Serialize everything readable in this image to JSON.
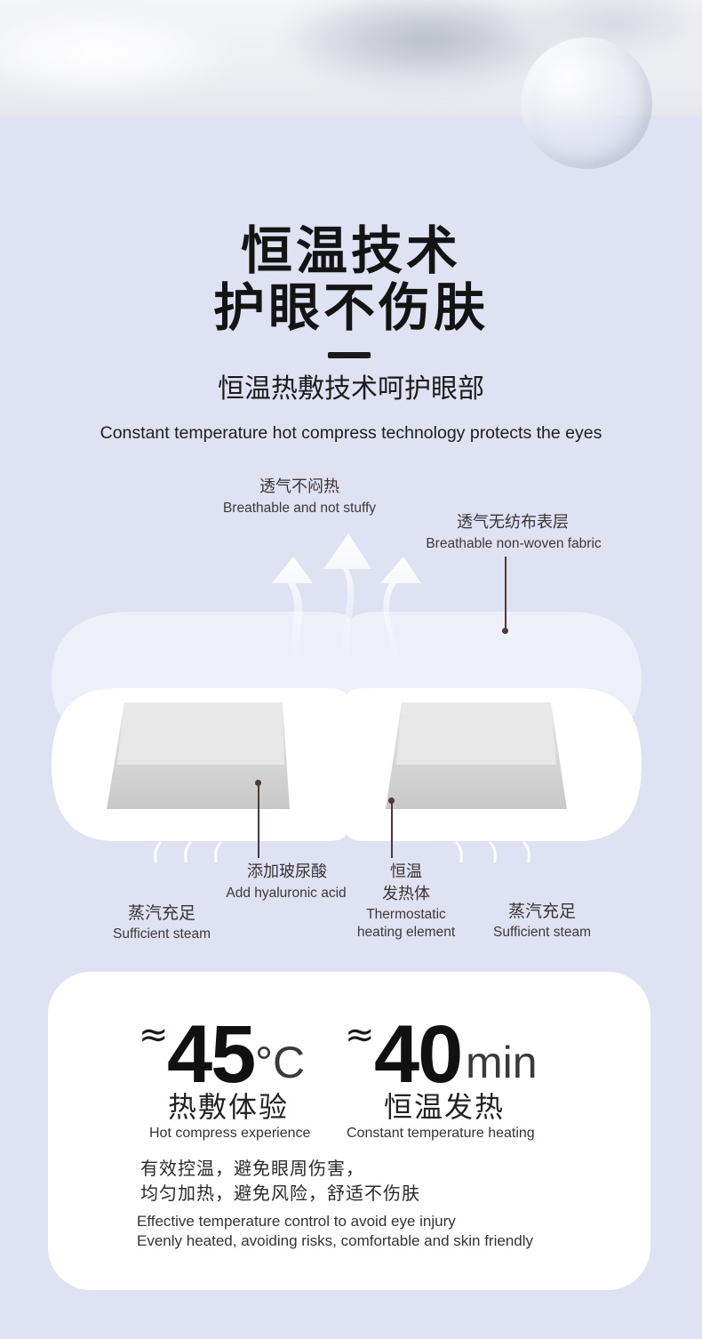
{
  "hero": {
    "title_line1": "恒温技术",
    "title_line2": "护眼不伤肤",
    "subtitle_cn": "恒温热敷技术呵护眼部",
    "subtitle_en": "Constant temperature hot compress technology protects the eyes"
  },
  "diagram": {
    "breathable": {
      "cn": "透气不闷热",
      "en": "Breathable and not stuffy"
    },
    "fabric": {
      "cn": "透气无纺布表层",
      "en": "Breathable non-woven fabric"
    },
    "hyaluronic": {
      "cn": "添加玻尿酸",
      "en": "Add hyaluronic acid"
    },
    "heating": {
      "cn_line1": "恒温",
      "cn_line2": "发热体",
      "en_line1": "Thermostatic",
      "en_line2": "heating element"
    },
    "steam_left": {
      "cn": "蒸汽充足",
      "en": "Sufficient steam"
    },
    "steam_right": {
      "cn": "蒸汽充足",
      "en": "Sufficient steam"
    }
  },
  "stats": [
    {
      "approx": "≈",
      "value": "45",
      "unit": "°C",
      "cn": "热敷体验",
      "en": "Hot compress experience"
    },
    {
      "approx": "≈",
      "value": "40",
      "unit": "min",
      "cn": "恒温发热",
      "en": "Constant temperature heating"
    }
  ],
  "description": {
    "cn_line1": "有效控温，避免眼周伤害，",
    "cn_line2": "均匀加热，避免风险，舒适不伤肤",
    "en_line1": "Effective temperature control to avoid eye injury",
    "en_line2": "Evenly heated, avoiding risks, comfortable and skin friendly"
  },
  "colors": {
    "background": "#dee2f2",
    "card": "#ffffff",
    "text": "#141414",
    "leader": "#4a3a3a"
  }
}
